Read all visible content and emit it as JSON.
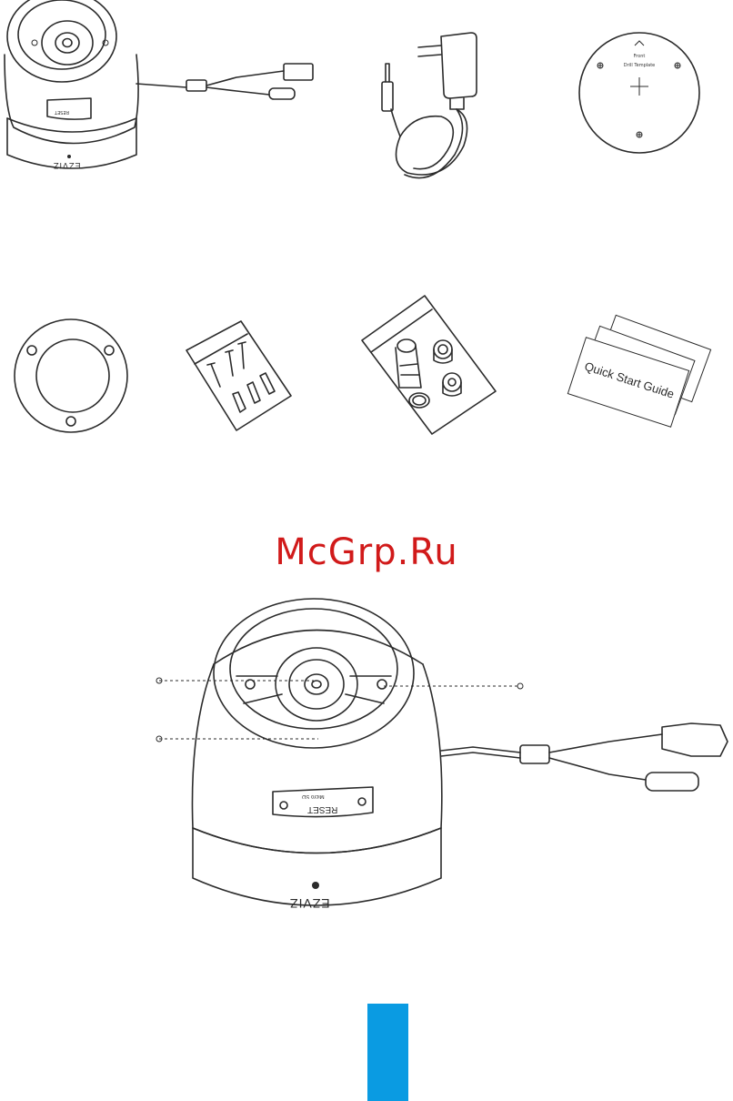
{
  "watermark": {
    "text": "McGrp.Ru",
    "color": "#d11a1a"
  },
  "components": {
    "camera_small": {
      "reset_label": "RESET",
      "brand": "EZVIZ"
    },
    "power_adapter": {
      "icon": "power-adapter-icon"
    },
    "drill_template": {
      "front_label": "Front",
      "title": "Drill Template"
    },
    "mounting_plate": {
      "icon": "mounting-plate-icon"
    },
    "screw_kit": {
      "icon": "screw-kit-icon"
    },
    "waterproof_kit": {
      "icon": "waterproof-kit-icon"
    },
    "quick_start_guide": {
      "label": "Quick Start Guide"
    }
  },
  "camera_large": {
    "reset_label": "RESET",
    "sd_label": "Micro SD",
    "brand": "EZVIZ"
  },
  "page_tab": {
    "color": "#0a9be2"
  }
}
